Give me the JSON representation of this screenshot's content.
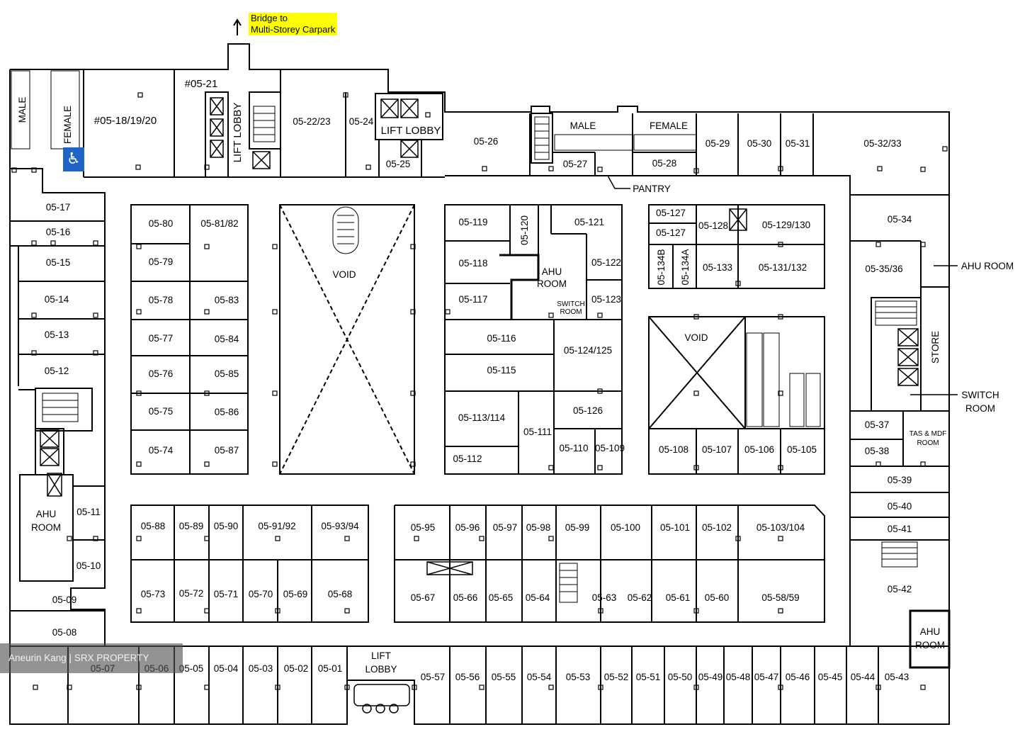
{
  "bridge_note": {
    "line1": "Bridge to",
    "line2": "Multi-Storey Carpark"
  },
  "watermark": "Aneurin Kang | SRX PROPERTY",
  "facilities": {
    "male_left": "MALE",
    "female_left": "FEMALE",
    "lift_lobby_top_left": "LIFT LOBBY",
    "lift_lobby_top_center": "LIFT LOBBY",
    "male_right": "MALE",
    "female_right": "FEMALE",
    "pantry": "PANTRY",
    "ahu_room_center": "AHU ROOM",
    "switch_room_center": "SWITCH ROOM",
    "ahu_room_right": "AHU ROOM",
    "store": "STORE",
    "switch_room_right": "SWITCH ROOM",
    "tas_mdf_room": "TAS & MDF ROOM",
    "ahu_room_left": "AHU ROOM",
    "ahu_room_bottom_right": "AHU ROOM",
    "lift_lobby_bottom": "LIFT LOBBY",
    "void_left": "VOID",
    "void_right": "VOID"
  },
  "units": {
    "u0517": "05-17",
    "u0516": "05-16",
    "u0515": "05-15",
    "u0514": "05-14",
    "u0513": "05-13",
    "u0512": "05-12",
    "u0511": "05-11",
    "u0510": "05-10",
    "u0509": "05-09",
    "u0508": "05-08",
    "u0507": "05-07",
    "u0506": "05-06",
    "u0505": "05-05",
    "u0504": "05-04",
    "u0503": "05-03",
    "u0502": "05-02",
    "u0501": "05-01",
    "u0518": "#05-18/19/20",
    "u0521": "#05-21",
    "u052223": "05-22/23",
    "u0524": "05-24",
    "u0525": "05-25",
    "u0526": "05-26",
    "u0527": "05-27",
    "u0528": "05-28",
    "u0529": "05-29",
    "u0530": "05-30",
    "u0531": "05-31",
    "u053233": "05-32/33",
    "u0534": "05-34",
    "u053536": "05-35/36",
    "u0537": "05-37",
    "u0538": "05-38",
    "u0539": "05-39",
    "u0540": "05-40",
    "u0541": "05-41",
    "u0542": "05-42",
    "u0543": "05-43",
    "u0544": "05-44",
    "u0545": "05-45",
    "u0546": "05-46",
    "u0547": "05-47",
    "u0548": "05-48",
    "u0549": "05-49",
    "u0550": "05-50",
    "u0551": "05-51",
    "u0552": "05-52",
    "u0553": "05-53",
    "u0554": "05-54",
    "u0555": "05-55",
    "u0556": "05-56",
    "u0557": "05-57",
    "u0580": "05-80",
    "u058182": "05-81/82",
    "u0579": "05-79",
    "u0578": "05-78",
    "u0583": "05-83",
    "u0577": "05-77",
    "u0584": "05-84",
    "u0576": "05-76",
    "u0585": "05-85",
    "u0575": "05-75",
    "u0586": "05-86",
    "u0574": "05-74",
    "u0587": "05-87",
    "u05119": "05-119",
    "u05120": "05-120",
    "u05121": "05-121",
    "u05118": "05-118",
    "u05122": "05-122",
    "u05117": "05-117",
    "u05123": "05-123",
    "u05116": "05-116",
    "u05124125": "05-124/125",
    "u05115": "05-115",
    "u05113114": "05-113/114",
    "u05111": "05-111",
    "u05126": "05-126",
    "u05110": "05-110",
    "u05109": "05-109",
    "u05112": "05-112",
    "u05127a": "05-127",
    "u05127b": "05-127",
    "u05128": "05-128",
    "u05129130": "05-129/130",
    "u05134b": "05-134B",
    "u05134a": "05-134A",
    "u05133": "05-133",
    "u05131132": "05-131/132",
    "u05108": "05-108",
    "u05107": "05-107",
    "u05106": "05-106",
    "u05105": "05-105",
    "u0588": "05-88",
    "u0589": "05-89",
    "u0590": "05-90",
    "u059192": "05-91/92",
    "u059394": "05-93/94",
    "u0573": "05-73",
    "u0572": "05-72",
    "u0571": "05-71",
    "u0570": "05-70",
    "u0569": "05-69",
    "u0568": "05-68",
    "u0595": "05-95",
    "u0596": "05-96",
    "u0597": "05-97",
    "u0598": "05-98",
    "u0599": "05-99",
    "u05100": "05-100",
    "u05101": "05-101",
    "u05102": "05-102",
    "u05103104": "05-103/104",
    "u0567": "05-67",
    "u0566": "05-66",
    "u0565": "05-65",
    "u0564": "05-64",
    "u0563": "05-63",
    "u0562": "05-62",
    "u0561": "05-61",
    "u0560": "05-60",
    "u055859": "05-58/59"
  }
}
